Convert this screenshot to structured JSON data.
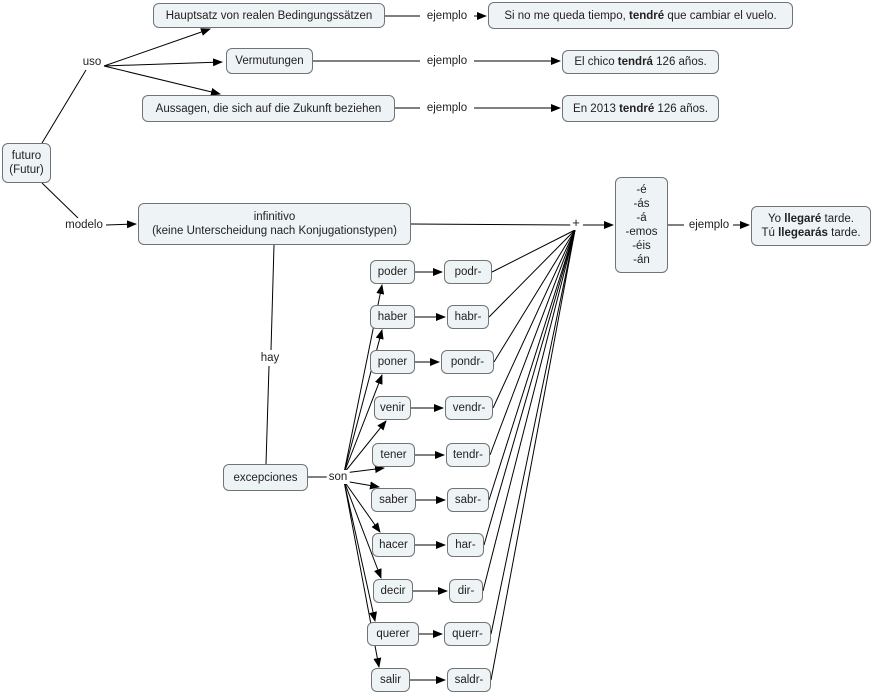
{
  "root": [
    "futuro",
    "(Futur)"
  ],
  "links": {
    "uso": "uso",
    "modelo": "modelo",
    "ejemplo": "ejemplo",
    "hay": "hay",
    "son": "son",
    "plus": "+"
  },
  "uses": [
    {
      "label": "Hauptsatz von realen Bedingungssätzen",
      "example": [
        "Si no me queda tiempo, ",
        "tendré",
        " que cambiar el vuelo."
      ]
    },
    {
      "label": "Vermutungen",
      "example": [
        "El chico ",
        "tendrá",
        " 126 años."
      ]
    },
    {
      "label": "Aussagen, die sich auf die Zukunft beziehen",
      "example": [
        "En 2013 ",
        "tendré",
        " 126 años."
      ]
    }
  ],
  "infinitivo": [
    "infinitivo",
    "(keine Unterscheidung nach Konjugationstypen)"
  ],
  "endings": [
    "-é",
    "-ás",
    "-á",
    "-emos",
    "-éis",
    "-án"
  ],
  "final_example": [
    [
      "Yo ",
      "llegaré",
      " tarde."
    ],
    [
      "Tú ",
      "llegearás",
      " tarde."
    ]
  ],
  "excepciones": "excepciones",
  "verbs": [
    {
      "verb": "poder",
      "stem": "podr-"
    },
    {
      "verb": "haber",
      "stem": "habr-"
    },
    {
      "verb": "poner",
      "stem": "pondr-"
    },
    {
      "verb": "venir",
      "stem": "vendr-"
    },
    {
      "verb": "tener",
      "stem": "tendr-"
    },
    {
      "verb": "saber",
      "stem": "sabr-"
    },
    {
      "verb": "hacer",
      "stem": "har-"
    },
    {
      "verb": "decir",
      "stem": "dir-"
    },
    {
      "verb": "querer",
      "stem": "querr-"
    },
    {
      "verb": "salir",
      "stem": "saldr-"
    }
  ]
}
